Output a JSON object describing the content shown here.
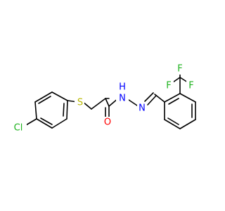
{
  "molecule": {
    "atom_colors": {
      "Cl": "#1db21d",
      "S": "#b8b800",
      "O": "#ff0000",
      "N": "#0000ff",
      "F": "#1db21d"
    },
    "labels": {
      "cl": "Cl",
      "s": "S",
      "o": "O",
      "n1": "N",
      "n1_h": "H",
      "n2": "N",
      "f1": "F",
      "f2": "F",
      "f3": "F"
    }
  }
}
